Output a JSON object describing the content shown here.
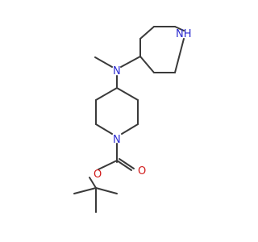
{
  "molecule": {
    "atoms": {
      "nh": {
        "text": "NH",
        "color": "#2a2ad0"
      },
      "n_amine": {
        "text": "N",
        "color": "#2a2ad0"
      },
      "n_ring": {
        "text": "N",
        "color": "#2a2ad0"
      },
      "o_ester": {
        "text": "O",
        "color": "#d01818"
      },
      "o_carbonyl": {
        "text": "O",
        "color": "#d01818"
      }
    },
    "bond_color": "#3a3a3a"
  }
}
